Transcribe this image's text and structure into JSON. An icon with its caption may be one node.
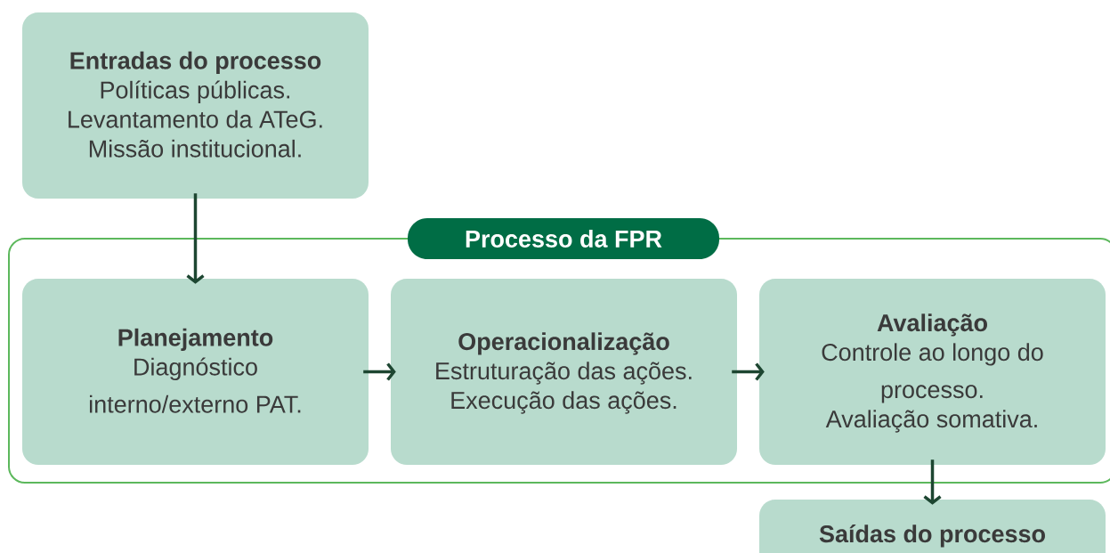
{
  "diagram": {
    "nodes": [
      {
        "text": [
          "Entradas do processo",
          "Políticas públicas.",
          "Levantamento da ATeG.",
          "Missão institucional."
        ]
      },
      {
        "text": [
          "Processo da FPR"
        ]
      },
      {
        "text": [
          "Planejamento",
          "Diagnóstico interno/externo PAT."
        ],
        "in": 1
      },
      {
        "text": [
          "Operacionalização",
          "Estruturação das ações.",
          "Execução das ações."
        ],
        "in": 1
      },
      {
        "text": [
          "Avaliação",
          "Controle ao longo do processo.",
          "Avaliação somativa."
        ],
        "in": 1
      },
      {
        "text": [
          "Saídas do processo"
        ]
      }
    ],
    "edges": [
      {
        "from": 0,
        "to": 2,
        "arrow": "to"
      },
      {
        "from": 2,
        "to": 3,
        "arrow": "to"
      },
      {
        "from": 3,
        "to": 4,
        "arrow": "to"
      },
      {
        "from": 4,
        "to": 5,
        "arrow": "to"
      }
    ]
  }
}
